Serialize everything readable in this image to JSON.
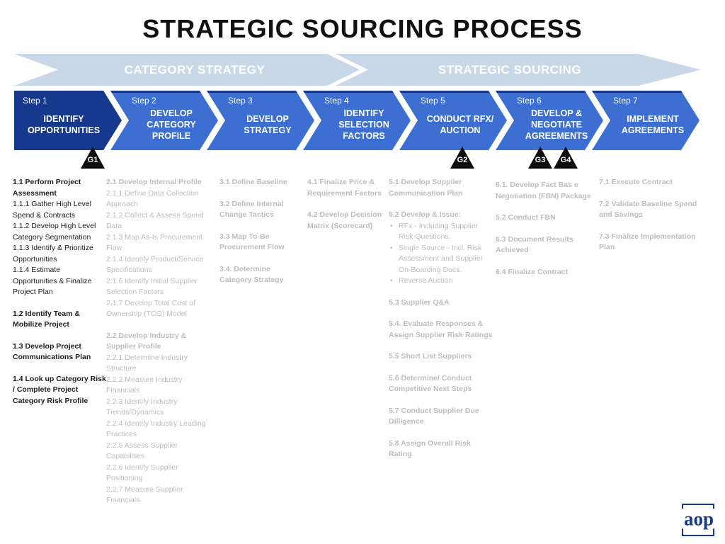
{
  "page_title": "STRATEGIC SOURCING PROCESS",
  "banner": {
    "segment1": "CATEGORY STRATEGY",
    "segment2": "STRATEGIC SOURCING"
  },
  "steps": [
    {
      "label": "Step 1",
      "title": "IDENTIFY OPPORTUNITIES"
    },
    {
      "label": "Step 2",
      "title": "DEVELOP CATEGORY PROFILE"
    },
    {
      "label": "Step 3",
      "title": "DEVELOP STRATEGY"
    },
    {
      "label": "Step 4",
      "title": "IDENTIFY SELECTION FACTORS"
    },
    {
      "label": "Step 5",
      "title": "CONDUCT RFX/ AUCTION"
    },
    {
      "label": "Step 6",
      "title": "DEVELOP & NEGOTIATE AGREEMENTS"
    },
    {
      "label": "Step 7",
      "title": "IMPLEMENT AGREEMENTS"
    }
  ],
  "gates": [
    {
      "label": "G1"
    },
    {
      "label": "G2"
    },
    {
      "label": "G3"
    },
    {
      "label": "G4"
    }
  ],
  "columns": [
    {
      "step": "Step 1",
      "tone": "dark",
      "items": [
        {
          "t": "1.1 Perform Project Assessment",
          "b": 1
        },
        {
          "t": "1.1.1 Gather High Level Spend & Contracts"
        },
        {
          "t": "1.1.2 Develop High Level Category Segmentation"
        },
        {
          "t": "1.1.3 Identify & Prioritize Opportunities"
        },
        {
          "t": "1.1.4 Estimate Opportunities & Finalize Project Plan"
        },
        {
          "t": "1.2 Identify Team & Mobilize Project",
          "b": 1,
          "g": 1
        },
        {
          "t": "1.3 Develop Project Communications Plan",
          "b": 1,
          "g": 1
        },
        {
          "t": "1.4 Look up Category Risk / Complete Project Category Risk Profile",
          "b": 1,
          "g": 1
        }
      ]
    },
    {
      "step": "Step 2",
      "tone": "gray",
      "items": [
        {
          "t": "2.1 Develop Internal Profile",
          "b": 1
        },
        {
          "t": "2.1.1 Define Data Collection Approach"
        },
        {
          "t": "2.1.2 Collect & Assess Spend Data"
        },
        {
          "t": "2.1.3 Map As-Is Procurement Flow"
        },
        {
          "t": "2.1.4 Identify Product/Service Specifications"
        },
        {
          "t": "2.1.6 Identify Initial Supplier Selection Factors"
        },
        {
          "t": "2.1.7 Develop Total Cost of Ownership (TCO) Model"
        },
        {
          "t": "2.2 Develop Industry & Supplier Profile",
          "b": 1,
          "g": 1
        },
        {
          "t": "2.2.1 Determine Industry Structure"
        },
        {
          "t": "2.2.2 Measure Industry Financials"
        },
        {
          "t": "2.2.3 Identify Industry Trends/Dynamics"
        },
        {
          "t": "2.2.4 Identify Industry Leading Practices"
        },
        {
          "t": "2.2.5 Assess Supplier Capabilities"
        },
        {
          "t": "2.2.6 Identify Supplier Positioning"
        },
        {
          "t": "2.2.7 Measure Supplier Financials"
        }
      ]
    },
    {
      "step": "Step 3",
      "tone": "gray",
      "items": [
        {
          "t": "3.1 Define Baseline",
          "b": 1
        },
        {
          "t": "3.2 Define Internal Change Tactics",
          "b": 1,
          "g": 1
        },
        {
          "t": "3.3 Map To-Be Procurement Flow",
          "b": 1,
          "g": 1
        },
        {
          "t": "3.4. Determine Category Strategy",
          "b": 1,
          "g": 1
        }
      ]
    },
    {
      "step": "Step 4",
      "tone": "gray",
      "items": [
        {
          "t": "4.1 Finalize Price & Requirement Factors",
          "b": 1
        },
        {
          "t": "4.2 Develop Decision Matrix (Scorecard)",
          "b": 1,
          "g": 1
        }
      ]
    },
    {
      "step": "Step 5",
      "tone": "gray",
      "items": [
        {
          "t": "5.1 Develop Supplier Communication Plan",
          "b": 1
        },
        {
          "t": "5.2 Develop & Issue:",
          "b": 1,
          "g": 1
        },
        {
          "t": "RFx - Including Supplier Risk Questions.",
          "bullet": 1
        },
        {
          "t": "Single Source - Incl. Risk Assessment and Supplier On-Boarding Docs.",
          "bullet": 1
        },
        {
          "t": "Reverse Auction",
          "bullet": 1
        },
        {
          "t": "5.3 Supplier Q&A",
          "b": 1,
          "g": 1
        },
        {
          "t": "5.4. Evaluate Responses & Assign Supplier Risk Ratings",
          "b": 1,
          "g": 1
        },
        {
          "t": "5.5 Short List Suppliers",
          "b": 1,
          "g": 1
        },
        {
          "t": "5.6 Determine/ Conduct Competitive Next Steps",
          "b": 1,
          "g": 1
        },
        {
          "t": "5.7 Conduct Supplier Due Dilligence",
          "b": 1,
          "g": 1
        },
        {
          "t": "5.8 Assign Overall Risk Rating",
          "b": 1,
          "g": 1
        }
      ]
    },
    {
      "step": "Step 6",
      "tone": "gray",
      "items": [
        {
          "t": "6.1. Develop Fact Bas e Negotiation (FBN) Package",
          "b": 1
        },
        {
          "t": "5.2 Conduct FBN",
          "b": 1,
          "g": 1
        },
        {
          "t": "6.3 Document Results Achieved",
          "b": 1,
          "g": 1
        },
        {
          "t": "6.4 Finalize Contract",
          "b": 1,
          "g": 1
        }
      ]
    },
    {
      "step": "Step 7",
      "tone": "gray",
      "items": [
        {
          "t": "7.1 Execute Contract",
          "b": 1
        },
        {
          "t": "7.2 Validate Baseline Spend and Savings",
          "b": 1,
          "g": 1
        },
        {
          "t": "7.3 Finalize Implementation Plan",
          "b": 1,
          "g": 1
        }
      ]
    }
  ],
  "logo": {
    "text": "aop"
  },
  "colors": {
    "primary_dark": "#17398D",
    "primary_blue": "#3D6FD2",
    "banner_blue": "#C9D8E9",
    "gray_text": "#BDBDBD",
    "black_text": "#1D1D1D",
    "gate_black": "#0D0D0D"
  }
}
